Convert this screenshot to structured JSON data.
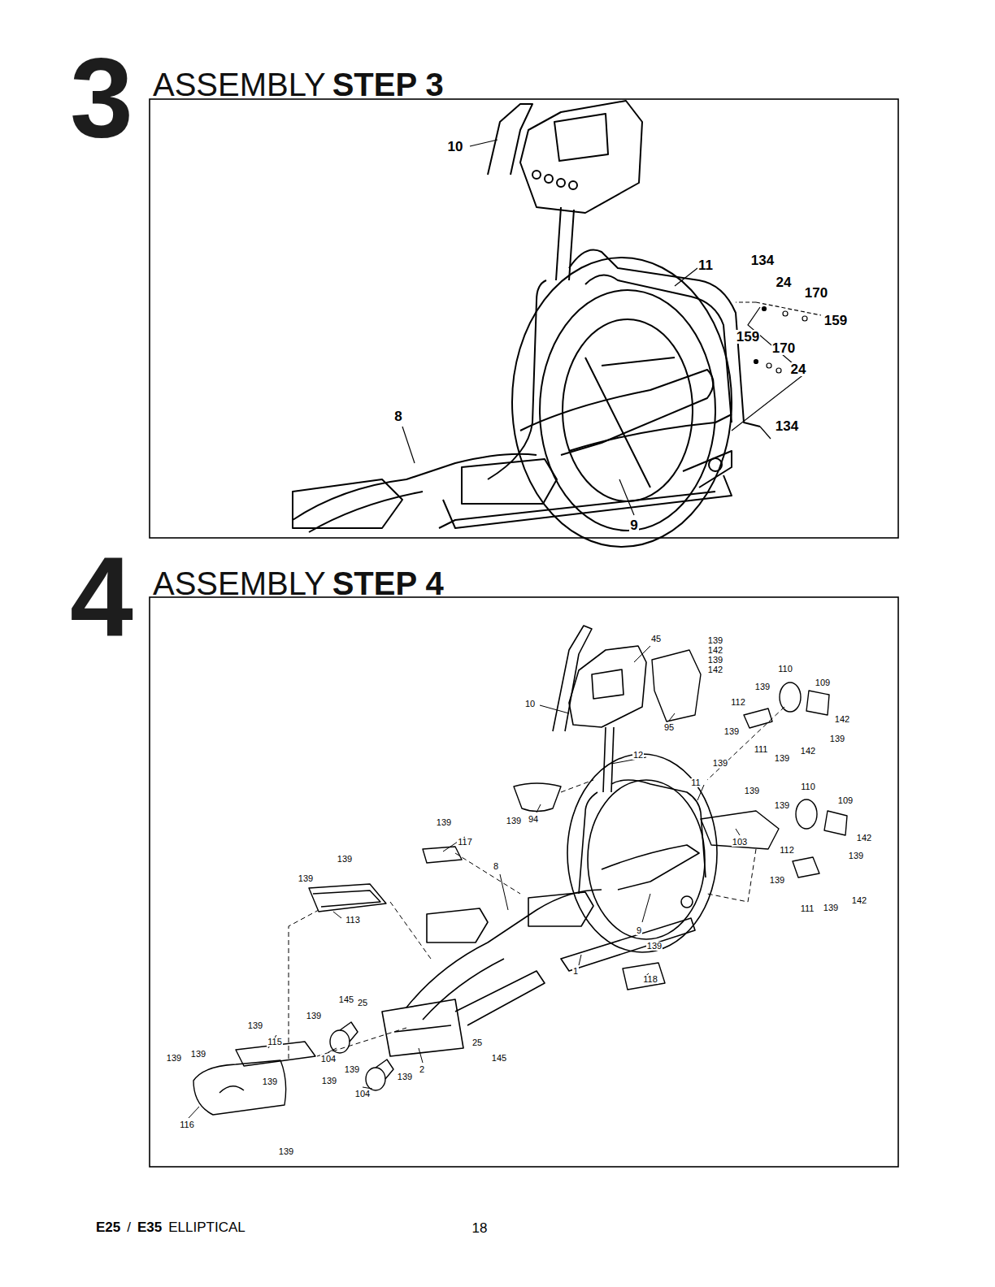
{
  "diagram": {
    "labels": [
      "3",
      "ASSEMBLY",
      "STEP 3",
      "10",
      "11",
      "134",
      "24",
      "170",
      "159",
      "159",
      "170",
      "24",
      "134",
      "8",
      "9",
      "4",
      "ASSEMBLY",
      "STEP 4",
      "45",
      "139",
      "142",
      "139",
      "142",
      "110",
      "139",
      "109",
      "10",
      "95",
      "112",
      "139",
      "142",
      "139",
      "111",
      "139",
      "142",
      "12",
      "139",
      "11",
      "139",
      "110",
      "139",
      "109",
      "142",
      "139",
      "103",
      "94",
      "139",
      "139",
      "117",
      "8",
      "139",
      "139",
      "113",
      "112",
      "139",
      "111",
      "139",
      "142",
      "9",
      "139",
      "118",
      "1",
      "145",
      "25",
      "139",
      "139",
      "115",
      "25",
      "145",
      "104",
      "139",
      "139",
      "139",
      "139",
      "139",
      "116",
      "139",
      "104",
      "2",
      "139",
      "E25",
      "/",
      "E35",
      "ELLIPTICAL",
      "18"
    ]
  }
}
